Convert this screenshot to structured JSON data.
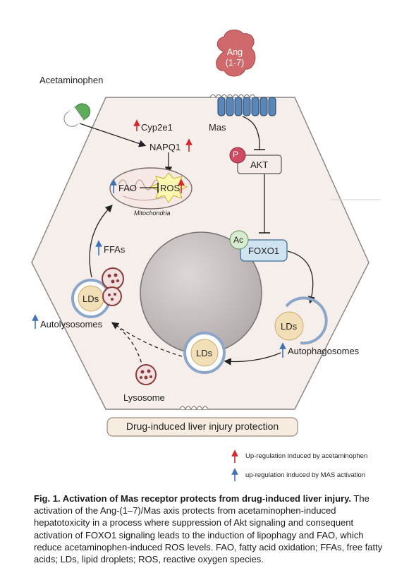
{
  "figure": {
    "ang_label_line1": "Ang",
    "ang_label_line2": "(1-7)",
    "acetaminophen": "Acetaminophen",
    "cyp2e1": "Cyp2e1",
    "mas": "Mas",
    "napq1": "NAPQ1",
    "p": "P",
    "akt": "AKT",
    "fao": "FAO",
    "ros": "ROS",
    "mitochondria": "Mitochondria",
    "ac": "Ac",
    "foxo1": "FOXO1",
    "ffas": "FFAs",
    "lds": "LDs",
    "autolysosomes": "Autolysosomes",
    "autophagosomes": "Autophagosomes",
    "lysosome": "Lysosome",
    "protection": "Drug-induced liver injury protection"
  },
  "legend": {
    "red": "Up-regulation induced by acetaminophen",
    "blue": "up-regulation induced by MAS activation"
  },
  "caption": {
    "title": "Fig. 1. Activation of Mas receptor protects from drug-induced liver injury.",
    "body": "The activation of the Ang-(1–7)/Mas axis protects from acetaminophen-induced hepatotoxicity in a process where suppression of Akt signaling and consequent activation of FOXO1 signaling leads to the induction of lipophagy and FAO, which reduce acetaminophen-induced ROS levels. FAO, fatty acid oxidation; FFAs, free fatty acids; LDs, lipid droplets; ROS, reactive oxygen species."
  },
  "colors": {
    "red_arrow": "#d6282b",
    "blue_arrow": "#3f73b5",
    "cell_fill": "#f5eeea",
    "nucleus": "#c9c2c2",
    "foxo1_box": "#cfe3f1",
    "ang": "#d0696b",
    "p_circle": "#cf4b62"
  }
}
